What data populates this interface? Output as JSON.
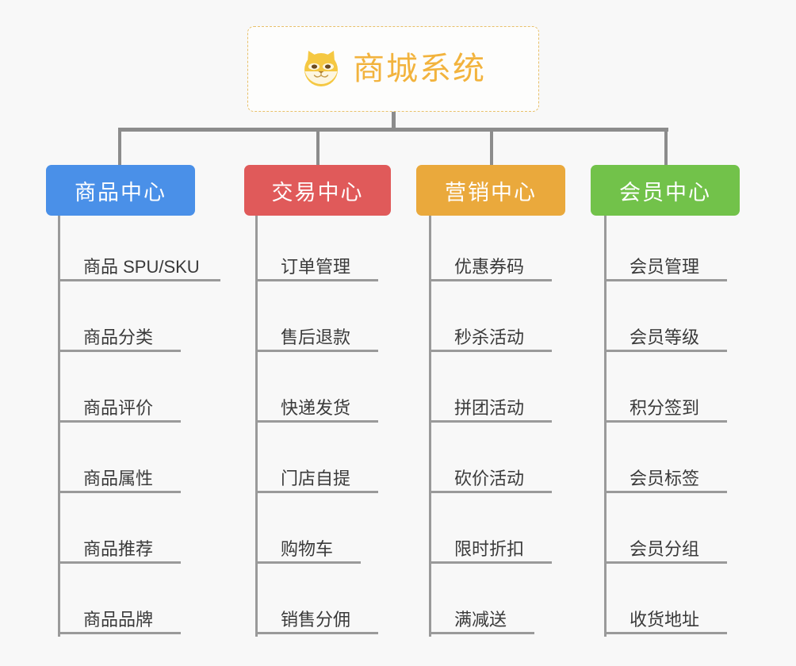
{
  "background_color": "#f8f8f8",
  "root": {
    "title": "商城系统",
    "logo_icon": "shiba-dog-face-icon",
    "title_color": "#f2b33d",
    "border_color": "#e8c06a"
  },
  "connector_color": "#8c8c8c",
  "columns": [
    {
      "id": "product-center",
      "label": "商品中心",
      "color": "#4a90e8",
      "items": [
        "商品 SPU/SKU",
        "商品分类",
        "商品评价",
        "商品属性",
        "商品推荐",
        "商品品牌"
      ]
    },
    {
      "id": "trade-center",
      "label": "交易中心",
      "color": "#e05a5a",
      "items": [
        "订单管理",
        "售后退款",
        "快递发货",
        "门店自提",
        "购物车",
        "销售分佣"
      ]
    },
    {
      "id": "marketing-center",
      "label": "营销中心",
      "color": "#eaa93c",
      "items": [
        "优惠券码",
        "秒杀活动",
        "拼团活动",
        "砍价活动",
        "限时折扣",
        "满减送"
      ]
    },
    {
      "id": "member-center",
      "label": "会员中心",
      "color": "#72c24a",
      "items": [
        "会员管理",
        "会员等级",
        "积分签到",
        "会员标签",
        "会员分组",
        "收货地址"
      ]
    }
  ]
}
